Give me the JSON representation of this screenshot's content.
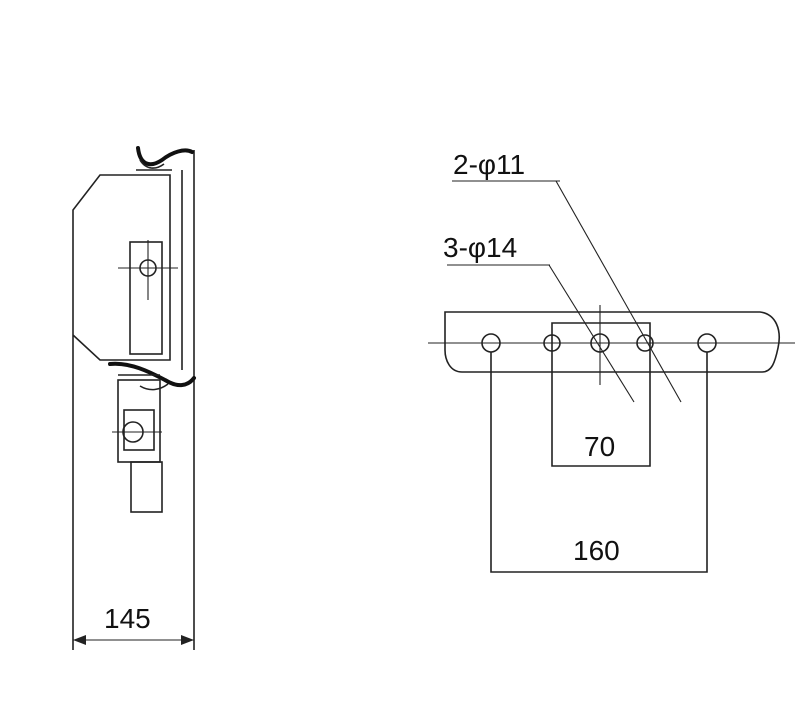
{
  "labels": {
    "hole_label_a": "2-φ11",
    "hole_label_b": "3-φ14",
    "dim_width_side": "145",
    "dim_inner": "70",
    "dim_outer": "160"
  },
  "colors": {
    "line": "#222222",
    "background": "#ffffff"
  }
}
